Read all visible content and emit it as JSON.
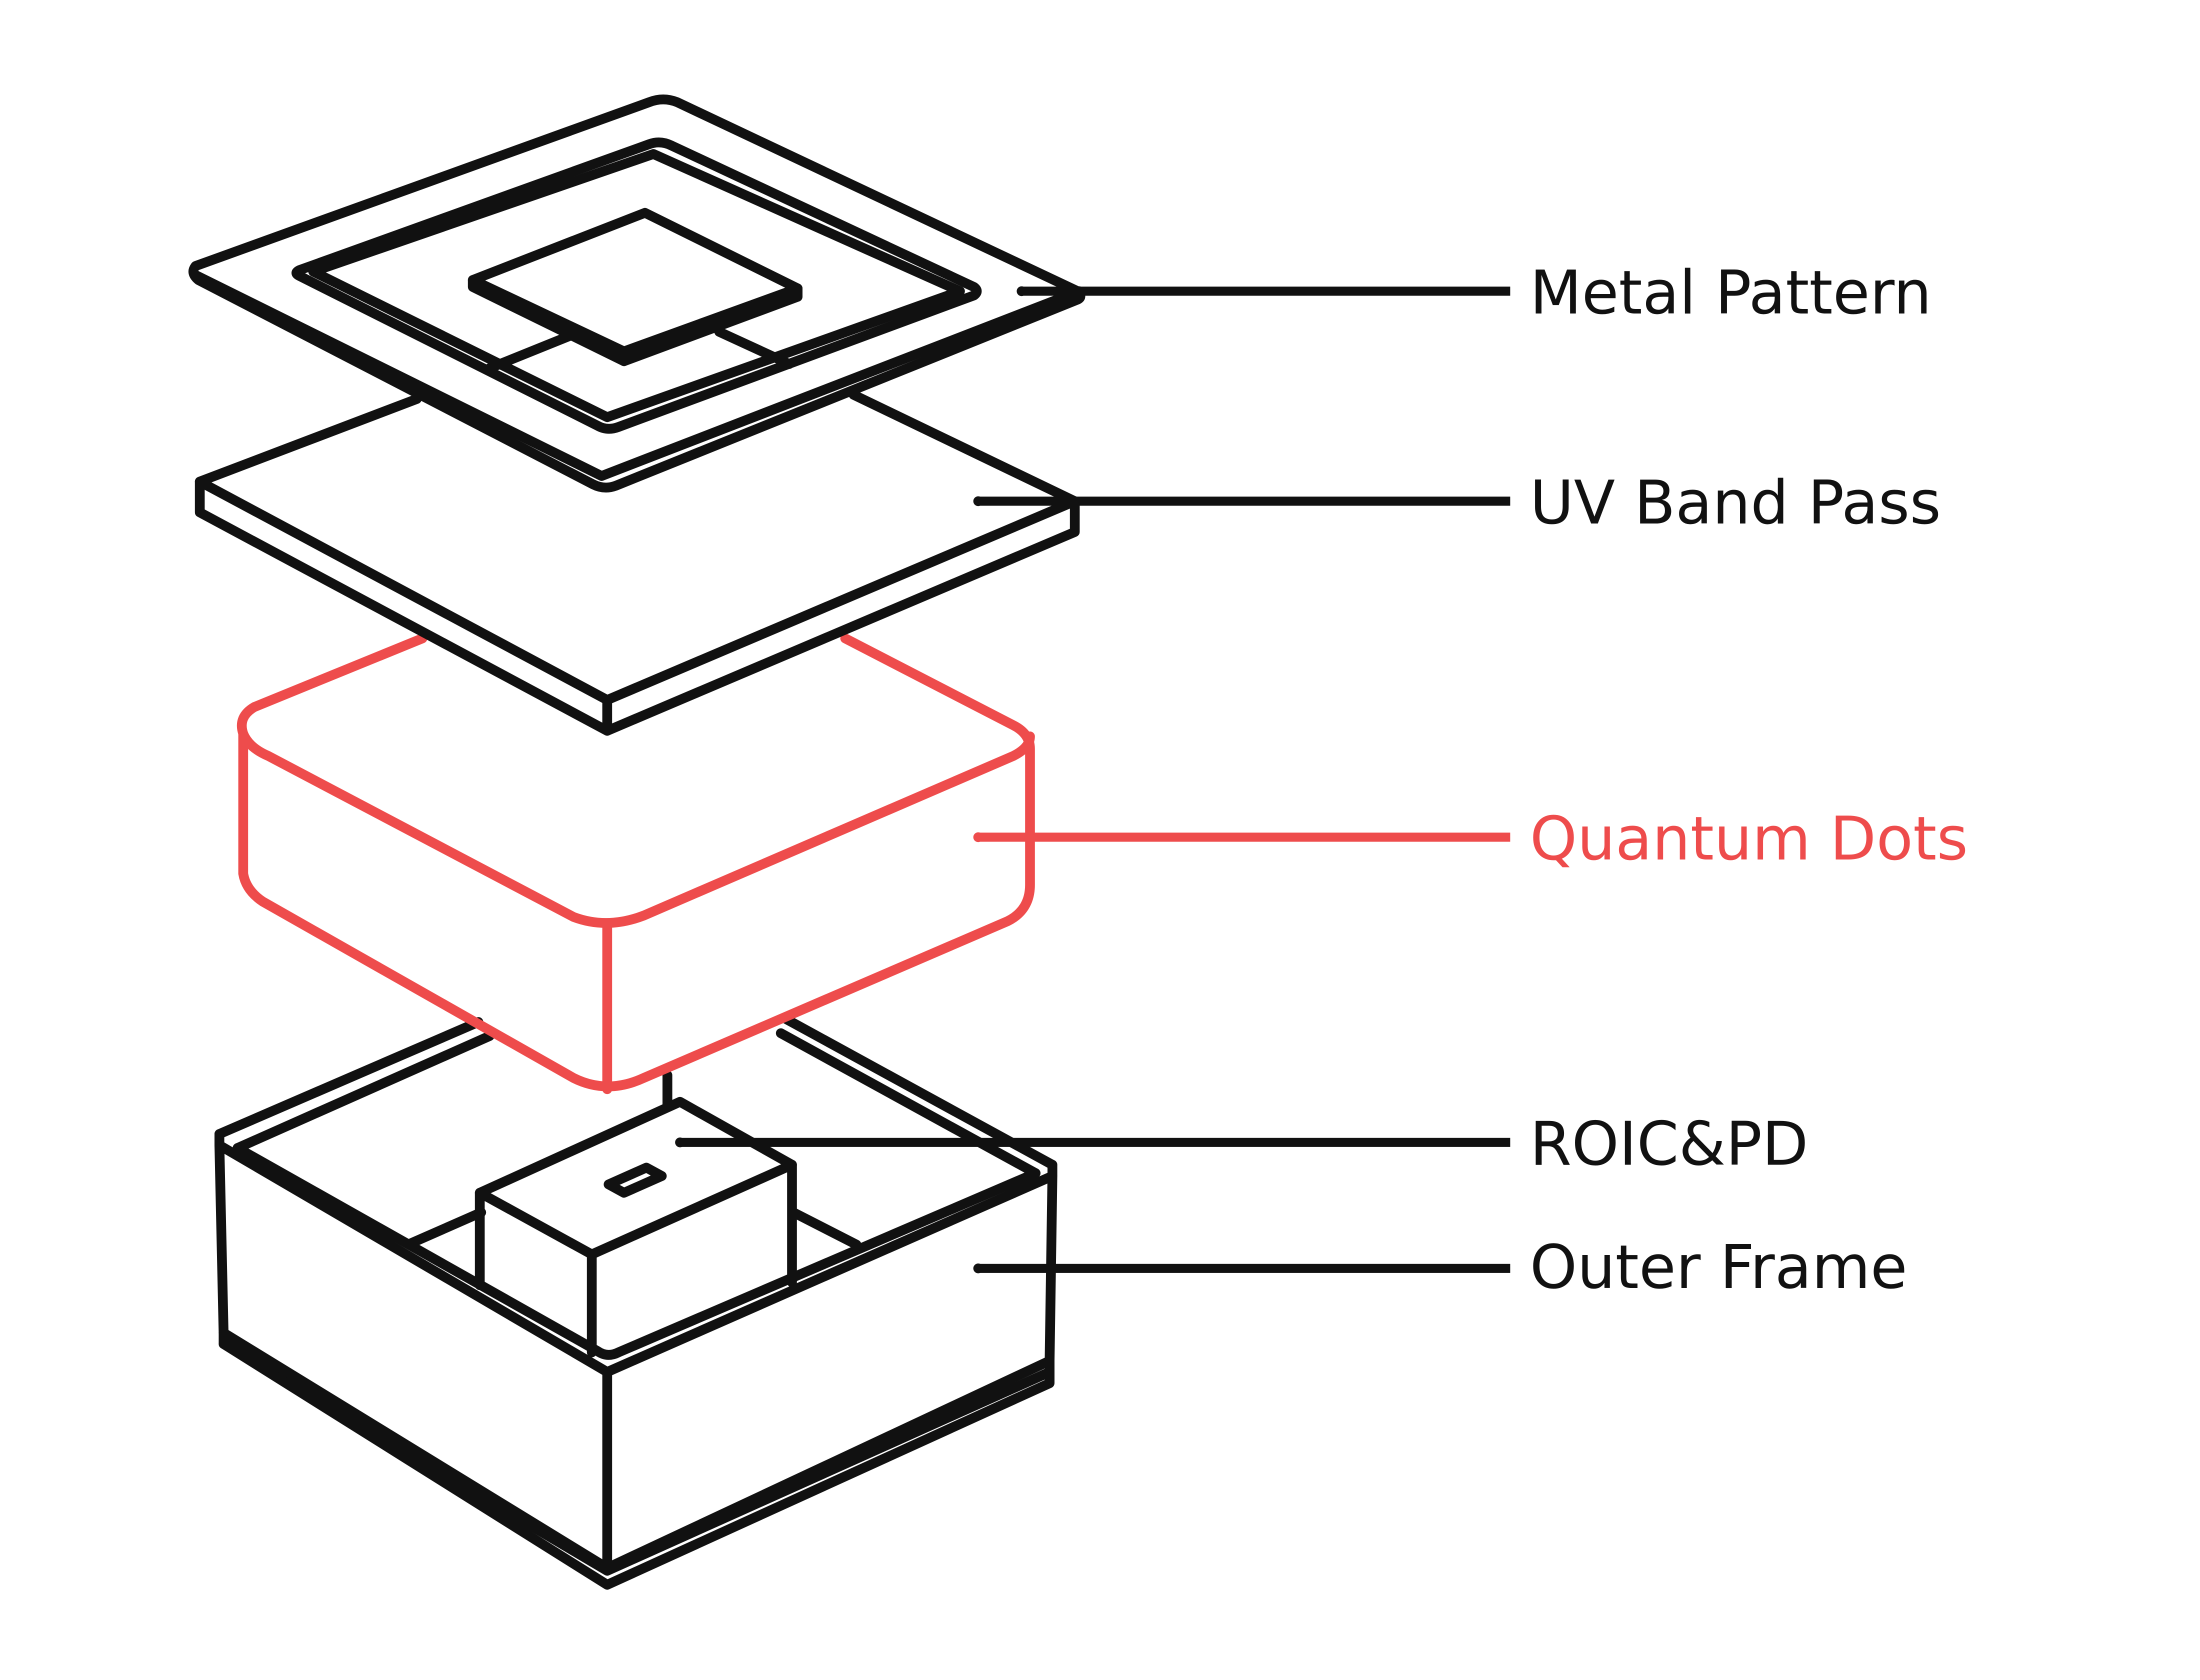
{
  "colors": {
    "line": "#111111",
    "highlight": "#ee4c4c",
    "background": "#ffffff"
  },
  "labels": {
    "metal_pattern": "Metal Pattern",
    "uv_band_pass": "UV Band Pass",
    "quantum_dots": "Quantum Dots",
    "roic_pd": "ROIC&PD",
    "outer_frame": "Outer Frame"
  }
}
